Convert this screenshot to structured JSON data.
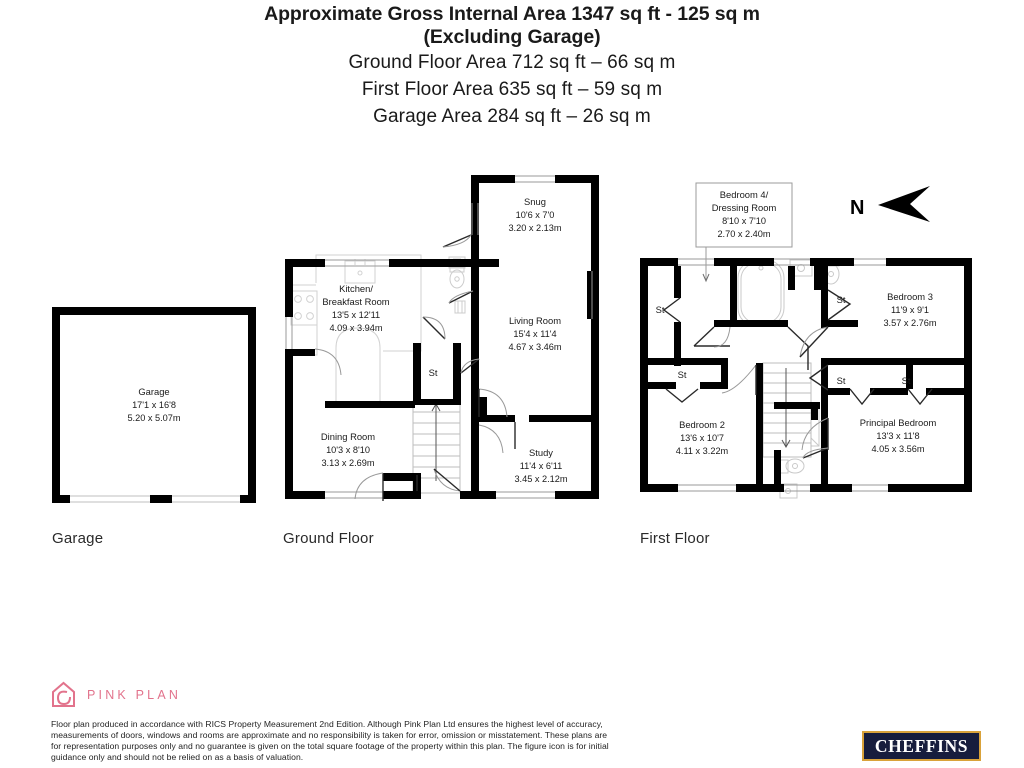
{
  "header": {
    "line1": "Approximate Gross Internal Area 1347 sq ft - 125 sq m",
    "line2": "(Excluding Garage)",
    "line3": "Ground Floor Area 712 sq ft – 66 sq m",
    "line4": "First Floor Area 635 sq ft – 59 sq m",
    "line5": "Garage Area 284 sq ft – 26 sq m"
  },
  "captions": {
    "garage": "Garage",
    "ground_floor": "Ground Floor",
    "first_floor": "First Floor"
  },
  "compass": {
    "label": "N",
    "icon": "north-arrow-icon"
  },
  "garage_plan": {
    "rooms": [
      {
        "name": "Garage",
        "imperial": "17'1 x 16'8",
        "metric": "5.20 x 5.07m"
      }
    ]
  },
  "ground_floor_plan": {
    "rooms": [
      {
        "name": "Snug",
        "imperial": "10'6 x 7'0",
        "metric": "3.20 x 2.13m"
      },
      {
        "name_line1": "Kitchen/",
        "name_line2": "Breakfast Room",
        "imperial": "13'5 x 12'11",
        "metric": "4.09 x 3.94m"
      },
      {
        "name": "Living Room",
        "imperial": "15'4 x 11'4",
        "metric": "4.67 x 3.46m"
      },
      {
        "name": "Dining Room",
        "imperial": "10'3 x 8'10",
        "metric": "3.13 x 2.69m"
      },
      {
        "name": "Study",
        "imperial": "11'4 x 6'11",
        "metric": "3.45 x 2.12m"
      }
    ],
    "storage_labels": [
      "St"
    ]
  },
  "first_floor_plan": {
    "callout": {
      "name_line1": "Bedroom 4/",
      "name_line2": "Dressing Room",
      "imperial": "8'10 x 7'10",
      "metric": "2.70 x 2.40m"
    },
    "rooms": [
      {
        "name": "Bedroom 3",
        "imperial": "11'9 x 9'1",
        "metric": "3.57 x 2.76m"
      },
      {
        "name": "Bedroom 2",
        "imperial": "13'6 x 10'7",
        "metric": "4.11 x 3.22m"
      },
      {
        "name": "Principal Bedroom",
        "imperial": "13'3 x 11'8",
        "metric": "4.05 x 3.56m"
      }
    ],
    "storage_labels": [
      "St",
      "St",
      "St",
      "St",
      "St"
    ]
  },
  "footer": {
    "pinkplan_wordmark": "PINK PLAN",
    "disclaimer": "Floor plan produced in accordance with RICS Property Measurement 2nd Edition. Although Pink Plan Ltd ensures the highest level of accuracy, measurements of doors, windows and rooms are approximate and no responsibility is taken for error, omission or misstatement. These plans are for representation purposes only and no guarantee is given on the total square footage of the property within this plan. The figure icon is for initial guidance only and should not be relied on as a basis of valuation.",
    "agent_name": "CHEFFINS"
  },
  "colors": {
    "wall": "#000000",
    "fixture_line": "#cfcfcf",
    "pink_brand": "#e2738c",
    "agent_navy": "#171d3d",
    "agent_gold": "#d9a23a"
  }
}
